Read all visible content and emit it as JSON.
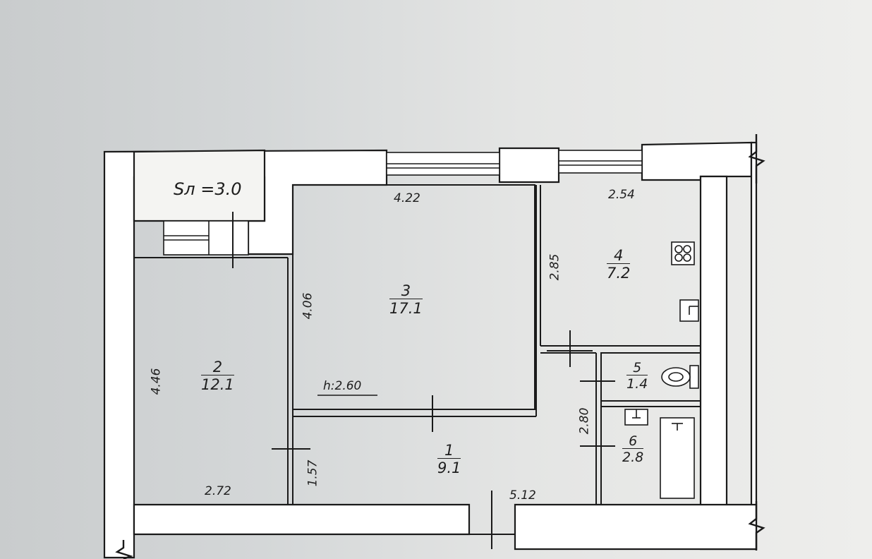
{
  "balcony": {
    "label": "Sл =3.0"
  },
  "ceiling_height": "h:2.60",
  "rooms": [
    {
      "number": "1",
      "area": "9.1"
    },
    {
      "number": "2",
      "area": "12.1"
    },
    {
      "number": "3",
      "area": "17.1"
    },
    {
      "number": "4",
      "area": "7.2"
    },
    {
      "number": "5",
      "area": "1.4"
    },
    {
      "number": "6",
      "area": "2.8"
    }
  ],
  "dimensions": {
    "room3_width": "4.22",
    "room3_height": "4.06",
    "room4_width": "2.54",
    "room4_height": "2.85",
    "room2_height": "4.46",
    "room2_width": "2.72",
    "room1_width": "5.12",
    "room1_height": "1.57",
    "bath_height": "2.80"
  },
  "colors": {
    "wall": "#ffffff",
    "line": "#1a1a1a",
    "background": "#d8dadb"
  }
}
